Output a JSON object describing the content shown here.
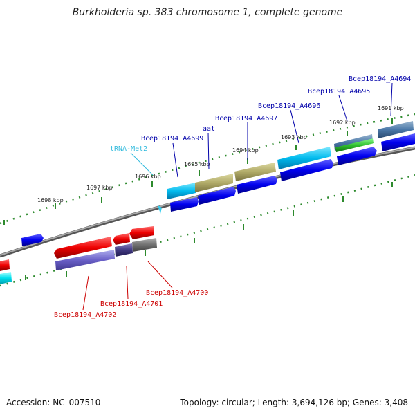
{
  "title": "Burkholderia sp. 383 chromosome 1, complete genome",
  "footer": {
    "accession": "Accession: NC_007510",
    "stats": "Topology: circular; Length: 3,694,126 bp; Genes: 3,408"
  },
  "scale_labels": [
    "1698 kbp",
    "1697 kbp",
    "1696 kbp",
    "1695 kbp",
    "1694 kbp",
    "1693 kbp",
    "1692 kbp",
    "1691 kbp"
  ],
  "feature_labels": [
    {
      "text": "Bcep18194_A4694",
      "color": "#0000aa"
    },
    {
      "text": "Bcep18194_A4695",
      "color": "#0000aa"
    },
    {
      "text": "Bcep18194_A4696",
      "color": "#0000aa"
    },
    {
      "text": "Bcep18194_A4697",
      "color": "#0000aa"
    },
    {
      "text": "aat",
      "color": "#0000aa"
    },
    {
      "text": "Bcep18194_A4699",
      "color": "#0000aa"
    },
    {
      "text": "tRNA-Met2",
      "color": "#33bbdd"
    },
    {
      "text": "Bcep18194_A4700",
      "color": "#cc0000"
    },
    {
      "text": "Bcep18194_A4701",
      "color": "#cc0000"
    },
    {
      "text": "Bcep18194_A4702",
      "color": "#cc0000"
    }
  ],
  "colors": {
    "backbone": "#808080",
    "tick": "#2d8a2d",
    "forward_cds": "#0000ff",
    "reverse_cds": "#ff0000",
    "trna": "#33ccee"
  }
}
